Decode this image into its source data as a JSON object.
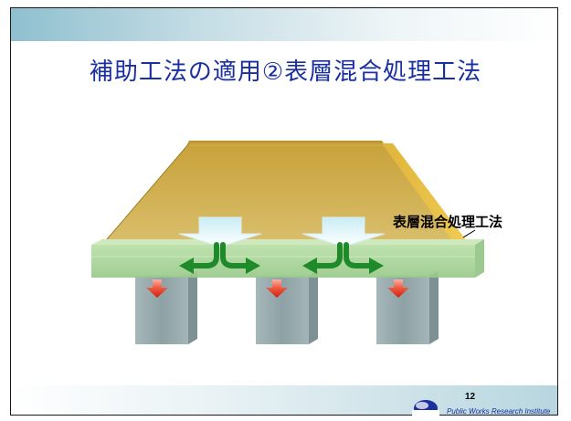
{
  "title": "補助工法の適用②表層混合処理工法",
  "callout_label": "表層混合処理工法",
  "page_number": "12",
  "institute": "Public Works Research Institute",
  "logo_icon": "pwri-logo-icon",
  "colors": {
    "title": "#1a2fa0",
    "embankment": "#c9a335",
    "treated_layer": "#a9d69a",
    "pile": "#96a9ad",
    "load_arrow": "#bfe4ee",
    "spread_arrow": "#1f8a2a",
    "down_arrow": "#e02b1c"
  }
}
